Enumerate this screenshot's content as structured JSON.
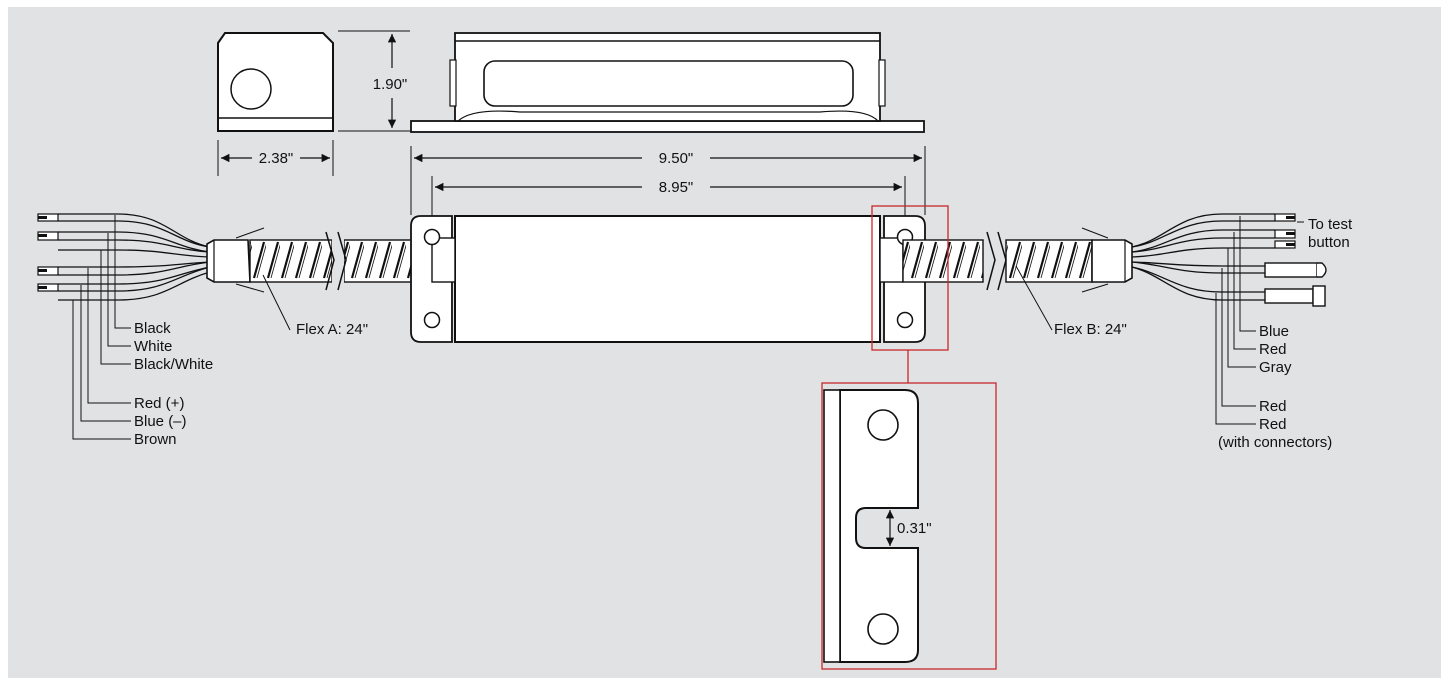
{
  "colors": {
    "background": "#e1e2e4",
    "ink": "#111111",
    "body_fill": "#ffffff",
    "highlight": "#c8282c"
  },
  "dimensions": {
    "height": "1.90\"",
    "width_end": "2.38\"",
    "length_overall": "9.50\"",
    "hole_spacing": "8.95\"",
    "slot_width": "0.31\""
  },
  "flex": {
    "a": "Flex A: 24\"",
    "b": "Flex B: 24\""
  },
  "left_wires": [
    "Black",
    "White",
    "Black/White",
    "Red (+)",
    "Blue (–)",
    "Brown"
  ],
  "right_wires": [
    "Blue",
    "Red",
    "Gray",
    "Red",
    "Red"
  ],
  "right_note": "(with connectors)",
  "test_button": {
    "line1": "To test",
    "line2": "button"
  },
  "detail": {
    "name": "mounting-flange-detail"
  }
}
